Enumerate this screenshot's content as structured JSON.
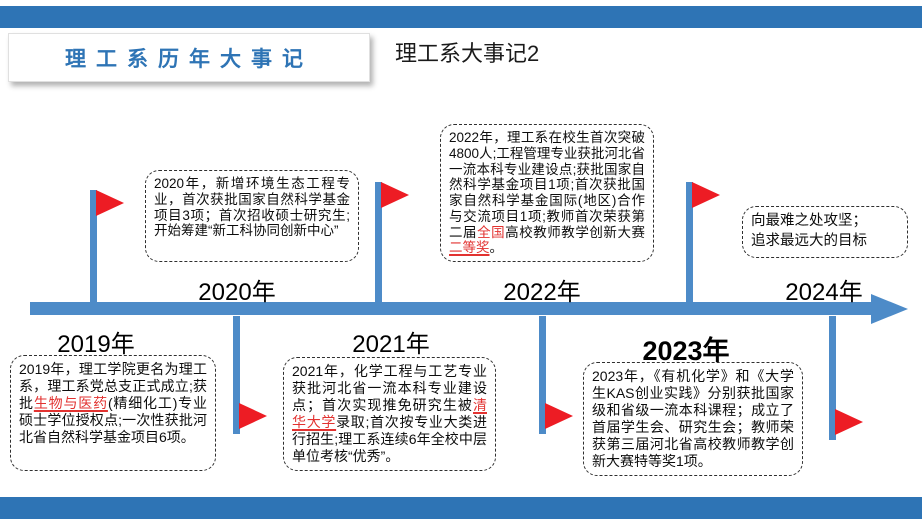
{
  "header": {
    "badge_title": "理工系历年大事记",
    "subtitle": "理工系大事记2"
  },
  "colors": {
    "band_blue": "#2e74b5",
    "timeline_blue": "#4d8bc8",
    "flag_red": "#ed1c24",
    "highlight_red": "#e23230",
    "badge_title_blue": "#2e74b5"
  },
  "timeline": {
    "marker_icon": "red-pennant-flag-icon",
    "direction": "left-to-right-arrow",
    "years_above": [
      "2020年",
      "2022年",
      "2024年"
    ],
    "years_below": [
      "2019年",
      "2021年",
      "2023年"
    ]
  },
  "events": {
    "e2019": {
      "year_label": "2019年",
      "segments": [
        {
          "t": "2019年，理工学院更名为理工系，理工系党总支正式成立;获批"
        },
        {
          "t": "生物与医药",
          "s": "red-underline"
        },
        {
          "t": "(精细化工)专业硕士学位授权点;一次性获批河北省自然科学基金项目6项。"
        }
      ]
    },
    "e2020": {
      "year_label": "2020年",
      "segments": [
        {
          "t": "2020年，新增环境生态工程专业，首次获批国家自然科学基金项目3项；首次招收硕士研究生;开始筹建“新工科协同创新中心”"
        }
      ]
    },
    "e2021": {
      "year_label": "2021年",
      "segments": [
        {
          "t": "2021年，化学工程与工艺专业获批河北省一流本科专业建设点；首次实现推免研究生被"
        },
        {
          "t": "清华大学",
          "s": "red-underline"
        },
        {
          "t": "录取;首次按专业大类进行招生;理工系连续6年全校中层单位考核“优秀”。"
        }
      ]
    },
    "e2022": {
      "year_label": "2022年",
      "segments": [
        {
          "t": "2022年，理工系在校生首次突破4800人;工程管理专业获批河北省一流本科专业建设点;获批国家自然科学基金项目1项;首次获批国家自然科学基金国际(地区)合作与交流项目1项;教师首次荣获第二届"
        },
        {
          "t": "全国",
          "s": "red"
        },
        {
          "t": "高校教师教学创新大赛"
        },
        {
          "t": "二等奖",
          "s": "red-underline"
        },
        {
          "t": "。"
        }
      ]
    },
    "e2023": {
      "year_label": "2023年",
      "segments": [
        {
          "t": "2023年，《有机化学》和《大学生KAS创业实践》分别获批国家级和省级一流本科课程；成立了首届学生会、研究生会；教师荣获第三届河北省高校教师教学创新大赛特等奖1项。"
        }
      ]
    },
    "motto": {
      "segments": [
        {
          "t": "向最难之处攻坚；\n追求最远大的目标"
        }
      ]
    }
  }
}
